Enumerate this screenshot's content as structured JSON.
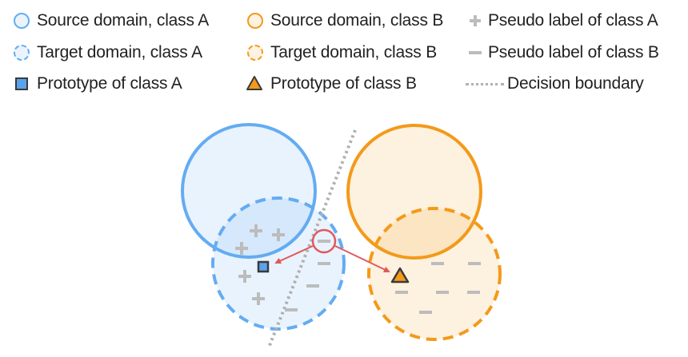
{
  "legend": {
    "source_a": "Source domain, class A",
    "source_b": "Source domain, class B",
    "pseudo_a": "Pseudo label of class A",
    "target_a": "Target domain, class A",
    "target_b": "Target domain, class B",
    "pseudo_b": "Pseudo label of class B",
    "proto_a": "Prototype of class A",
    "proto_b": "Prototype of class B",
    "boundary": "Decision boundary"
  },
  "colors": {
    "class_a": "#64acf2",
    "class_b": "#f39a1a",
    "pseudo": "#bcbcbc",
    "arrow": "#e0595c",
    "boundary": "#b0b0b0"
  },
  "icons": {
    "pseudo_a": "plus-icon",
    "pseudo_b": "minus-icon",
    "proto_a": "square-icon",
    "proto_b": "triangle-icon"
  }
}
